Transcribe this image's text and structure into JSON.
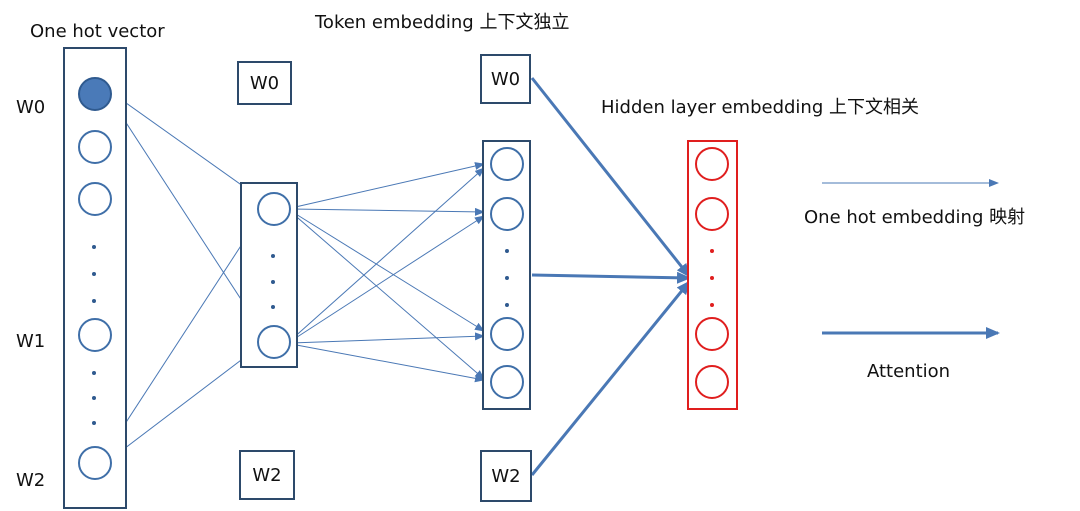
{
  "labels": {
    "one_hot_vector": "One hot vector",
    "token_embedding": "Token embedding 上下文独立",
    "hidden_layer": "Hidden layer embedding 上下文相关"
  },
  "words": {
    "w0": "W0",
    "w1": "W1",
    "w2": "W2"
  },
  "token_boxes": {
    "middle_w0": "W0",
    "middle_w2": "W2",
    "token_w0": "W0",
    "token_w2": "W2"
  },
  "legend": {
    "thin_arrow_label": "One hot embedding 映射",
    "thick_arrow_label": "Attention"
  },
  "colors": {
    "line": "#4a78b5",
    "box_border": "#2d4a6b",
    "filled_node": "#4a7ab8",
    "hidden_red": "#e01e1e"
  }
}
